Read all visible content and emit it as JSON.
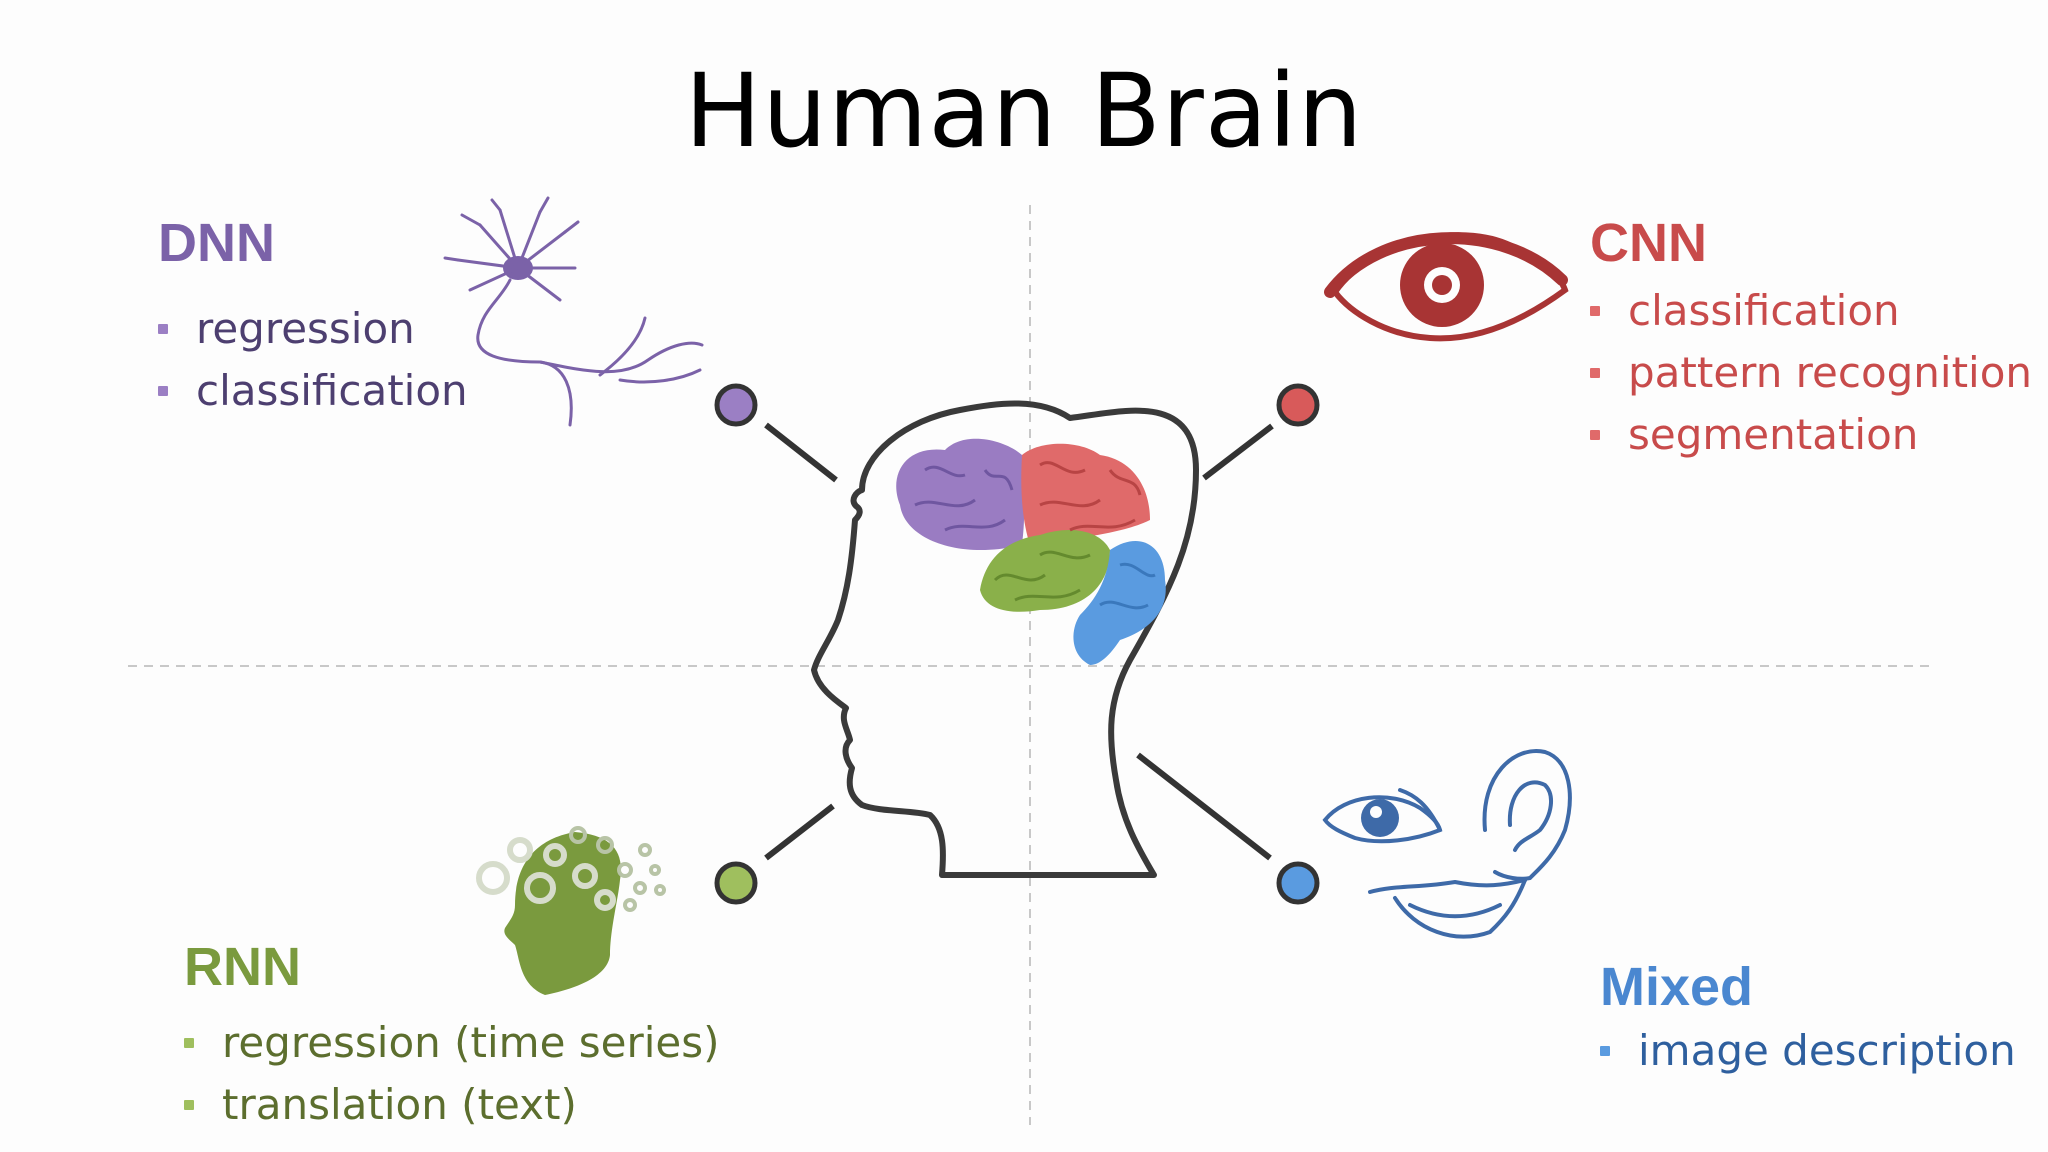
{
  "title": "Human Brain",
  "colors": {
    "dnn": "#7b62a8",
    "cnn": "#c84b4b",
    "rnn": "#7a9a3e",
    "mixed": "#4a87d0",
    "outline": "#3a3a3a"
  },
  "icons": {
    "head": "human-head-profile-icon",
    "brain": "brain-icon",
    "neuron": "neuron-icon",
    "eye": "eye-icon",
    "gears_head": "gears-head-icon",
    "face": "face-eye-ear-mouth-icon"
  },
  "quadrants": {
    "dnn": {
      "heading": "DNN",
      "items": [
        "regression",
        "classification"
      ]
    },
    "cnn": {
      "heading": "CNN",
      "items": [
        "classification",
        "pattern recognition",
        "segmentation"
      ]
    },
    "rnn": {
      "heading": "RNN",
      "items": [
        "regression (time series)",
        "translation (text)"
      ]
    },
    "mixed": {
      "heading": "Mixed",
      "items": [
        "image description"
      ]
    }
  }
}
